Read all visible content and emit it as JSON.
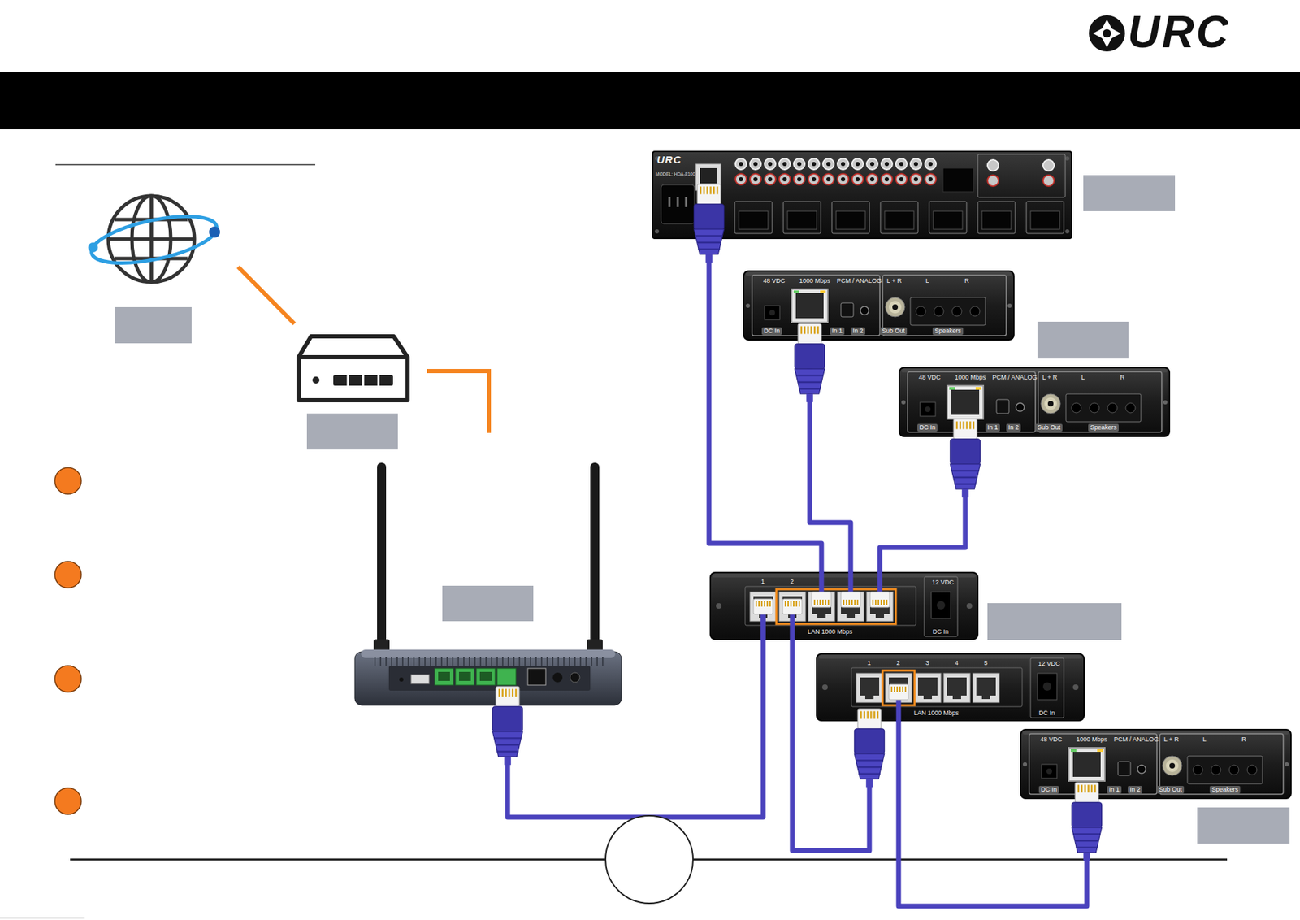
{
  "diagram": {
    "nodes": [
      {
        "text": [
          "URC",
          "MODEL: HDA-8100"
        ]
      },
      {
        "text": [
          "48 VDC",
          "1000 Mbps",
          "PCM / ANALOG",
          "L + R",
          "L",
          "R",
          "DC In",
          "In 1",
          "In 2",
          "Sub Out",
          "Speakers"
        ]
      },
      {
        "text": [
          "48 VDC",
          "1000 Mbps",
          "PCM / ANALOG",
          "L + R",
          "L",
          "R",
          "DC In",
          "In 1",
          "In 2",
          "Sub Out",
          "Speakers"
        ]
      },
      {
        "text": [
          "1",
          "2",
          "LAN 1000 Mbps",
          "12 VDC",
          "DC In"
        ]
      },
      {
        "text": [
          "1",
          "2",
          "3",
          "4",
          "5",
          "LAN 1000 Mbps",
          "12 VDC",
          "DC In"
        ]
      },
      {
        "text": [
          "48 VDC",
          "1000 Mbps",
          "PCM / ANALOG",
          "L + R",
          "L",
          "R",
          "DC In",
          "In 1",
          "In 2",
          "Sub Out",
          "Speakers"
        ]
      }
    ],
    "edges": [
      {
        "from": 0,
        "to": 3,
        "arrow": "none"
      },
      {
        "from": 1,
        "to": 3,
        "arrow": "none"
      },
      {
        "from": 2,
        "to": 3,
        "arrow": "none"
      },
      {
        "from": 3,
        "to": 4,
        "arrow": "none"
      },
      {
        "from": 4,
        "to": 5,
        "arrow": "none"
      }
    ],
    "labels": [
      "URC"
    ]
  }
}
